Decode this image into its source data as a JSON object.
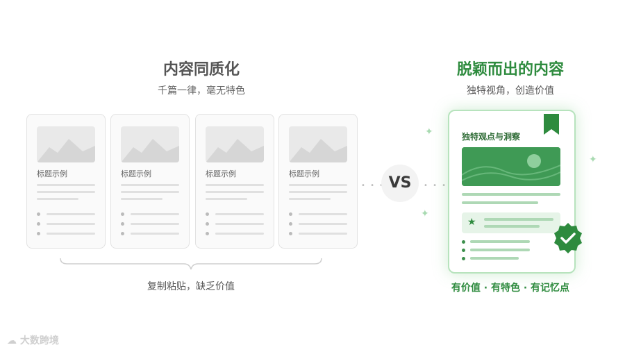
{
  "left": {
    "title": "内容同质化",
    "subtitle": "千篇一律，毫无特色",
    "cards": [
      {
        "label": "标题示例"
      },
      {
        "label": "标题示例"
      },
      {
        "label": "标题示例"
      },
      {
        "label": "标题示例"
      }
    ],
    "footer": "复制粘贴，缺乏价值"
  },
  "vs": "VS",
  "right": {
    "title": "脱颖而出的内容",
    "subtitle": "独特视角，创造价值",
    "card_title": "独特观点与洞察",
    "footer": "有价值 · 有特色 · 有记忆点"
  },
  "watermark": "大数跨境",
  "colors": {
    "accent": "#2e8b3e",
    "muted": "#e0e0e0"
  }
}
